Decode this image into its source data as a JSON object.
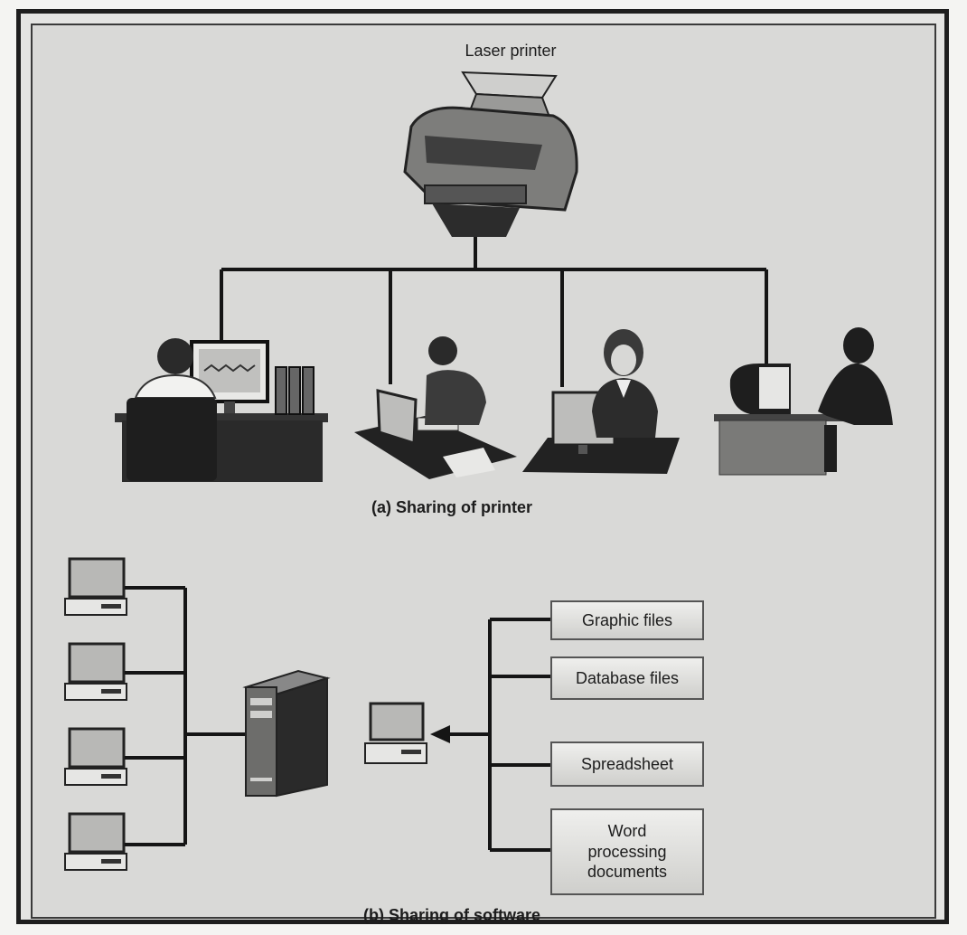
{
  "printer_section": {
    "printer_label": "Laser printer",
    "caption": "(a) Sharing of printer"
  },
  "software_section": {
    "caption": "(b) Sharing of software",
    "files": [
      {
        "label": "Graphic files"
      },
      {
        "label": "Database files"
      },
      {
        "label": "Spreadsheet"
      },
      {
        "label_lines": [
          "Word",
          "processing",
          "documents"
        ]
      }
    ]
  },
  "colors": {
    "line": "#151515",
    "monitor_screen": "#b8b8b6",
    "desk": "#2a2a2a"
  }
}
